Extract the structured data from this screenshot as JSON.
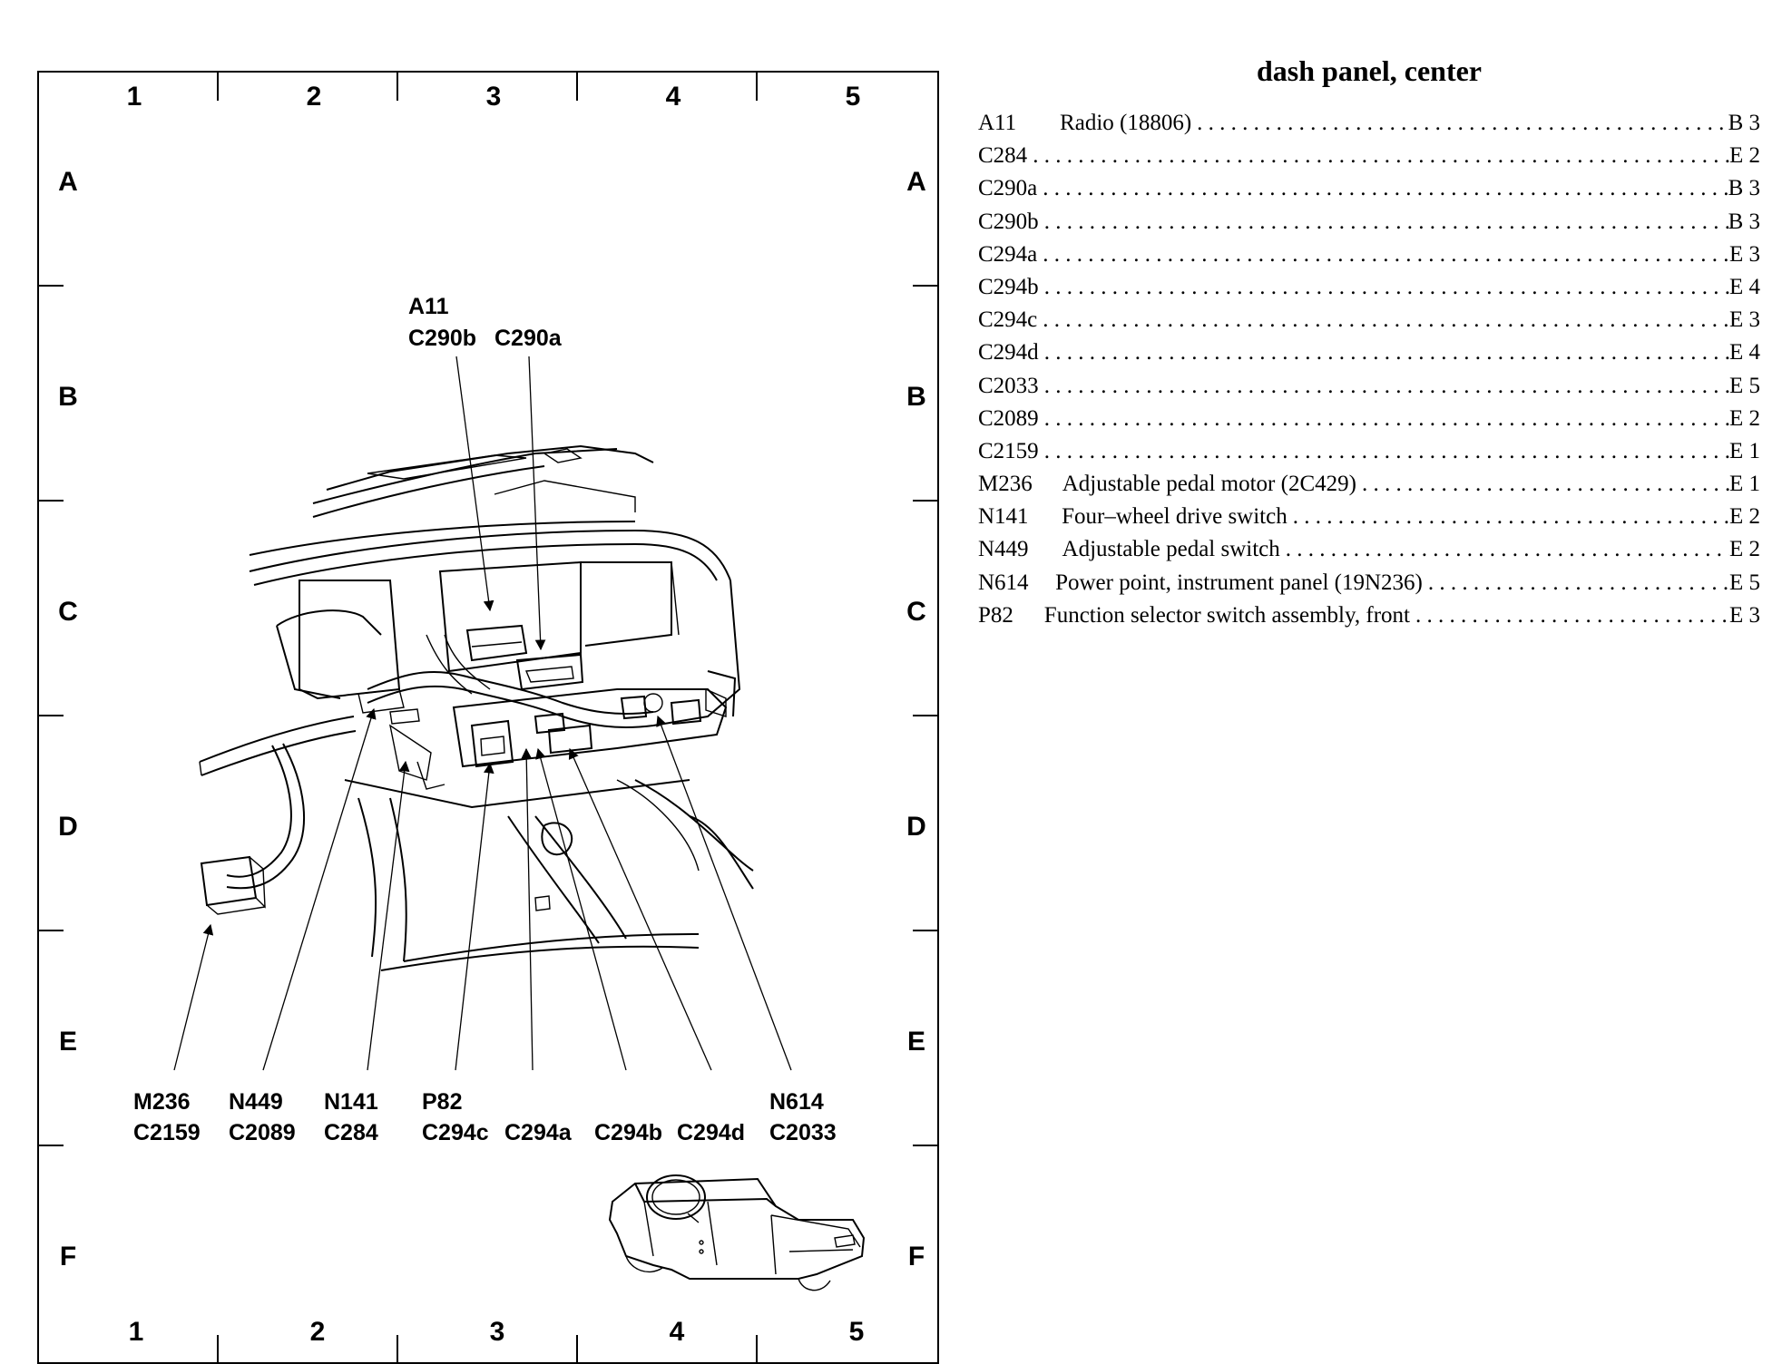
{
  "legend": {
    "title": "dash panel, center",
    "items": [
      {
        "code": "A11",
        "desc": "Radio (18806)",
        "loc": "B 3"
      },
      {
        "code": "C284",
        "desc": "",
        "loc": "E 2"
      },
      {
        "code": "C290a",
        "desc": "",
        "loc": "B 3"
      },
      {
        "code": "C290b",
        "desc": "",
        "loc": "B 3"
      },
      {
        "code": "C294a",
        "desc": "",
        "loc": "E 3"
      },
      {
        "code": "C294b",
        "desc": "",
        "loc": "E 4"
      },
      {
        "code": "C294c",
        "desc": "",
        "loc": "E 3"
      },
      {
        "code": "C294d",
        "desc": "",
        "loc": "E 4"
      },
      {
        "code": "C2033",
        "desc": "",
        "loc": "E 5"
      },
      {
        "code": "C2089",
        "desc": "",
        "loc": "E 2"
      },
      {
        "code": "C2159",
        "desc": "",
        "loc": "E 1"
      },
      {
        "code": "M236",
        "desc": "Adjustable pedal motor (2C429)",
        "loc": "E 1"
      },
      {
        "code": "N141",
        "desc": "Four–wheel drive switch",
        "loc": "E 2"
      },
      {
        "code": "N449",
        "desc": "Adjustable pedal switch",
        "loc": "E 2"
      },
      {
        "code": "N614",
        "desc": "Power point, instrument panel (19N236)",
        "loc": "E 5"
      },
      {
        "code": "P82",
        "desc": "Function selector switch assembly, front",
        "loc": "E 3"
      }
    ]
  },
  "grid": {
    "columns": [
      "1",
      "2",
      "3",
      "4",
      "5"
    ],
    "rows": [
      "A",
      "B",
      "C",
      "D",
      "E",
      "F"
    ]
  },
  "callouts": {
    "top": {
      "line1": "A11",
      "line2a": "C290b",
      "line2b": "C290a"
    },
    "m236": {
      "line1": "M236",
      "line2": "C2159"
    },
    "n449": {
      "line1": "N449",
      "line2": "C2089"
    },
    "n141": {
      "line1": "N141",
      "line2": "C284"
    },
    "p82": {
      "line1": "P82",
      "line2a": "C294c",
      "line2b": "C294a"
    },
    "c294b": {
      "line2": "C294b"
    },
    "c294d": {
      "line2": "C294d"
    },
    "n614": {
      "line1": "N614",
      "line2": "C2033"
    }
  }
}
